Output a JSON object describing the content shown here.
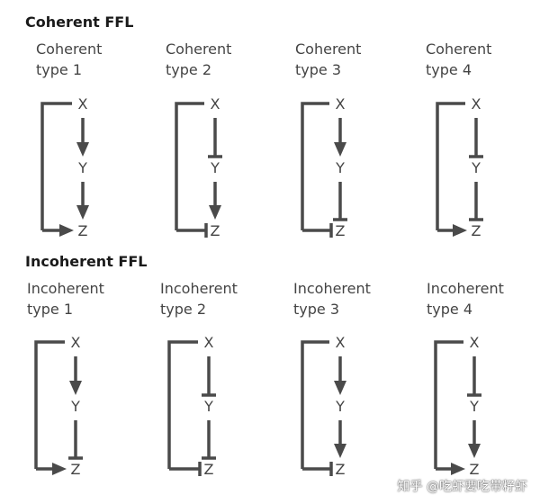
{
  "colors": {
    "edge": "#4a4a4a",
    "text": "#444444",
    "heading": "#1a1a1a"
  },
  "sections": [
    {
      "title": "Coherent FFL",
      "motifs": [
        {
          "line1": "Coherent",
          "line2": "type 1",
          "nodes": [
            "X",
            "Y",
            "Z"
          ],
          "xy": "activate",
          "yz": "activate",
          "xz": "activate"
        },
        {
          "line1": "Coherent",
          "line2": "type 2",
          "nodes": [
            "X",
            "Y",
            "Z"
          ],
          "xy": "repress",
          "yz": "activate",
          "xz": "repress"
        },
        {
          "line1": "Coherent",
          "line2": "type 3",
          "nodes": [
            "X",
            "Y",
            "Z"
          ],
          "xy": "activate",
          "yz": "repress",
          "xz": "repress"
        },
        {
          "line1": "Coherent",
          "line2": "type 4",
          "nodes": [
            "X",
            "Y",
            "Z"
          ],
          "xy": "repress",
          "yz": "repress",
          "xz": "activate"
        }
      ]
    },
    {
      "title": "Incoherent FFL",
      "motifs": [
        {
          "line1": "Incoherent",
          "line2": "type 1",
          "nodes": [
            "X",
            "Y",
            "Z"
          ],
          "xy": "activate",
          "yz": "repress",
          "xz": "activate"
        },
        {
          "line1": "Incoherent",
          "line2": "type 2",
          "nodes": [
            "X",
            "Y",
            "Z"
          ],
          "xy": "repress",
          "yz": "repress",
          "xz": "repress"
        },
        {
          "line1": "Incoherent",
          "line2": "type 3",
          "nodes": [
            "X",
            "Y",
            "Z"
          ],
          "xy": "activate",
          "yz": "activate",
          "xz": "repress"
        },
        {
          "line1": "Incoherent",
          "line2": "type 4",
          "nodes": [
            "X",
            "Y",
            "Z"
          ],
          "xy": "repress",
          "yz": "activate",
          "xz": "activate"
        }
      ]
    }
  ],
  "watermark": "知乎 @吃虾要吃带籽虾"
}
